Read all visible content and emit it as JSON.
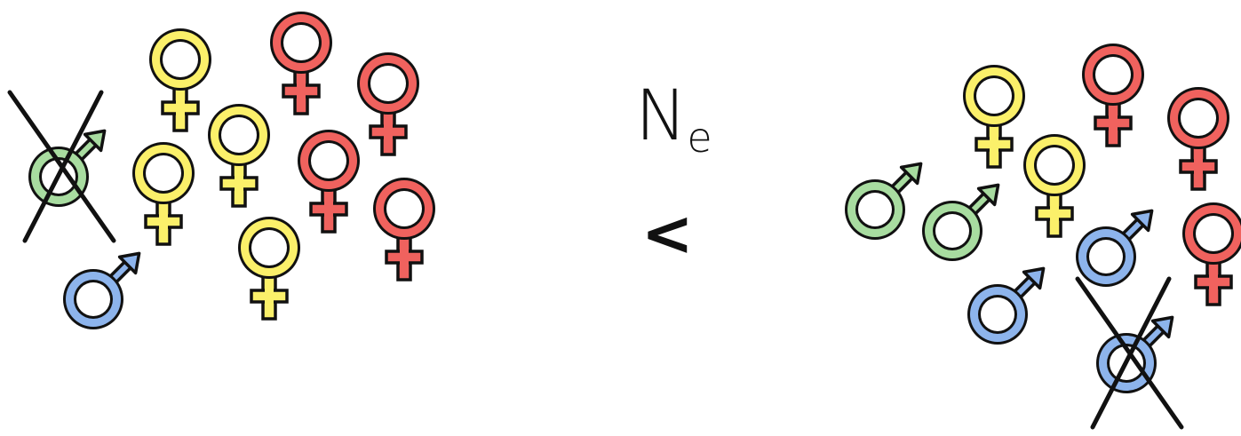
{
  "label": {
    "main": "N",
    "subscript": "e"
  },
  "comparator": "<",
  "colors": {
    "yellow": "#fbf06a",
    "red": "#f0625e",
    "green": "#a8dca0",
    "blue": "#8db4ec",
    "outline": "#111111"
  },
  "left_population": [
    {
      "sex": "male",
      "color": "green",
      "crossed": true
    },
    {
      "sex": "female",
      "color": "yellow"
    },
    {
      "sex": "female",
      "color": "red"
    },
    {
      "sex": "female",
      "color": "red"
    },
    {
      "sex": "female",
      "color": "yellow"
    },
    {
      "sex": "female",
      "color": "yellow"
    },
    {
      "sex": "female",
      "color": "red"
    },
    {
      "sex": "female",
      "color": "red"
    },
    {
      "sex": "female",
      "color": "yellow"
    },
    {
      "sex": "male",
      "color": "blue"
    }
  ],
  "right_population": [
    {
      "sex": "female",
      "color": "yellow"
    },
    {
      "sex": "female",
      "color": "red"
    },
    {
      "sex": "female",
      "color": "red"
    },
    {
      "sex": "female",
      "color": "yellow"
    },
    {
      "sex": "male",
      "color": "green"
    },
    {
      "sex": "male",
      "color": "green"
    },
    {
      "sex": "female",
      "color": "red"
    },
    {
      "sex": "male",
      "color": "blue"
    },
    {
      "sex": "male",
      "color": "blue"
    },
    {
      "sex": "male",
      "color": "blue",
      "crossed": true
    }
  ]
}
